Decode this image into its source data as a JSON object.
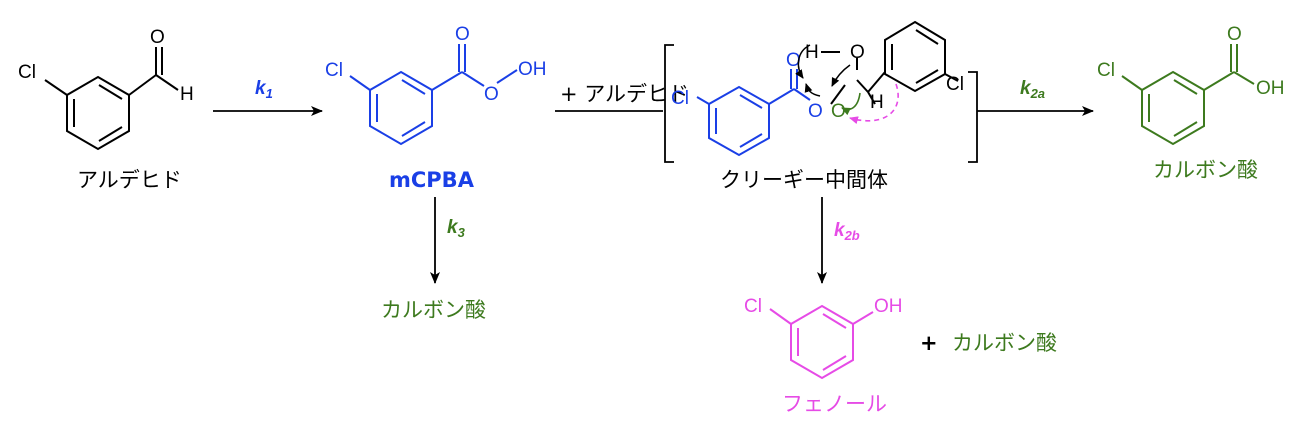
{
  "colors": {
    "black": "#000000",
    "blue": "#1a3fe6",
    "green": "#3d7a1e",
    "magenta": "#e64be6"
  },
  "atoms": {
    "cl": "Cl",
    "o": "O",
    "h": "H",
    "oh": "OH"
  },
  "labels": {
    "aldehyde": "アルデヒド",
    "mcpba": "mCPBA",
    "criegee": "クリーギー中間体",
    "carboxylic_acid": "カルボン酸",
    "phenol": "フェノール",
    "plus_aldehyde": "+ アルデヒド",
    "plus": "+"
  },
  "rates": {
    "k1": {
      "base": "k",
      "sub": "1"
    },
    "k3": {
      "base": "k",
      "sub": "3"
    },
    "k2a": {
      "base": "k",
      "sub": "2a"
    },
    "k2b": {
      "base": "k",
      "sub": "2b"
    }
  }
}
